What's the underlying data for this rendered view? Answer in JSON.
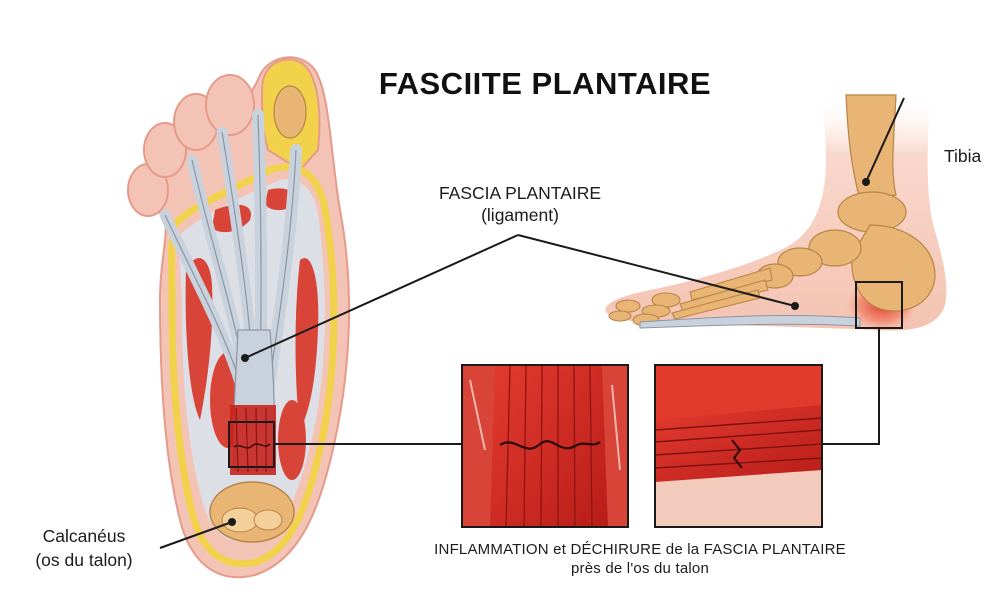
{
  "title": "FASCIITE PLANTAIRE",
  "labels": {
    "fascia_name": "FASCIA PLANTAIRE",
    "fascia_note": "(ligament)",
    "tibia": "Tibia",
    "calcaneus_name": "Calcanéus",
    "calcaneus_note": "(os du talon)"
  },
  "caption": {
    "line1": "INFLAMMATION et DÉCHIRURE de la FASCIA PLANTAIRE",
    "line2": "près de l'os du talon"
  },
  "colors": {
    "skin": "#f3c4b6",
    "skin_edge": "#e69a8a",
    "fat": "#f2d24a",
    "muscle": "#d84438",
    "tendon": "#c9d2dc",
    "bone": "#e8b574",
    "inflamed": "#c8201a",
    "line": "#1a1a1a"
  },
  "icons": [
    "plantar-foot-illustration",
    "side-foot-skeleton",
    "tear-detail-illustration"
  ]
}
